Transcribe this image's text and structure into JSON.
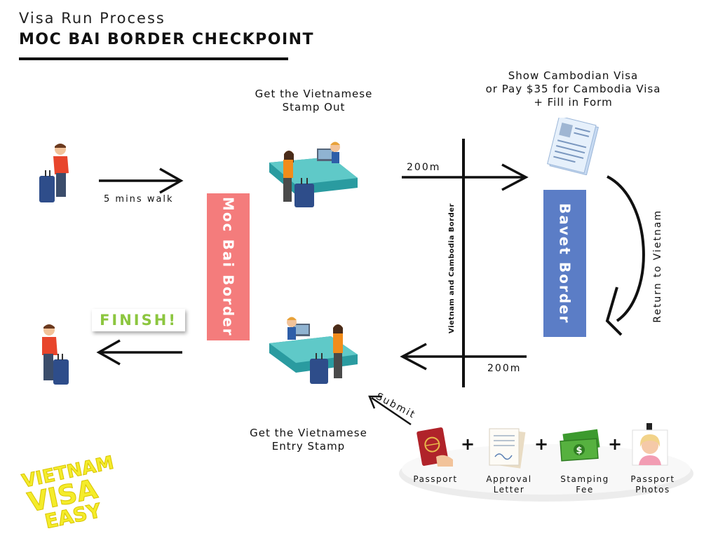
{
  "header": {
    "subtitle": "Visa Run Process",
    "title": "MOC BAI BORDER CHECKPOINT"
  },
  "steps": {
    "stamp_out": [
      "Get the Vietnamese",
      "Stamp Out"
    ],
    "cambodia": [
      "Show Cambodian Visa",
      "or Pay $35 for Cambodia Visa",
      "+ Fill in Form"
    ],
    "entry": [
      "Get the Vietnamese",
      "Entry Stamp"
    ]
  },
  "labels": {
    "walk": "5 mins walk",
    "dist_top": "200m",
    "dist_bottom": "200m",
    "border_line": "Vietnam and Cambodia Border",
    "return": "Return to Vietnam",
    "submit": "Submit",
    "finish": "FINISH!"
  },
  "borders": {
    "moc_bai": "Moc Bai Border",
    "bavet": "Bavet Border"
  },
  "documents": [
    {
      "label": "Passport"
    },
    {
      "label": "Approval Letter"
    },
    {
      "label": "Stamping Fee"
    },
    {
      "label": "Passport Photos"
    }
  ],
  "logo": {
    "lines": [
      "VIETNAM",
      "VISA",
      "EASY"
    ]
  },
  "colors": {
    "moc_bai_box": "#f47c7c",
    "bavet_box": "#5b7dc6",
    "finish_text": "#8cc63f",
    "logo_yellow": "#f4ec2a"
  }
}
